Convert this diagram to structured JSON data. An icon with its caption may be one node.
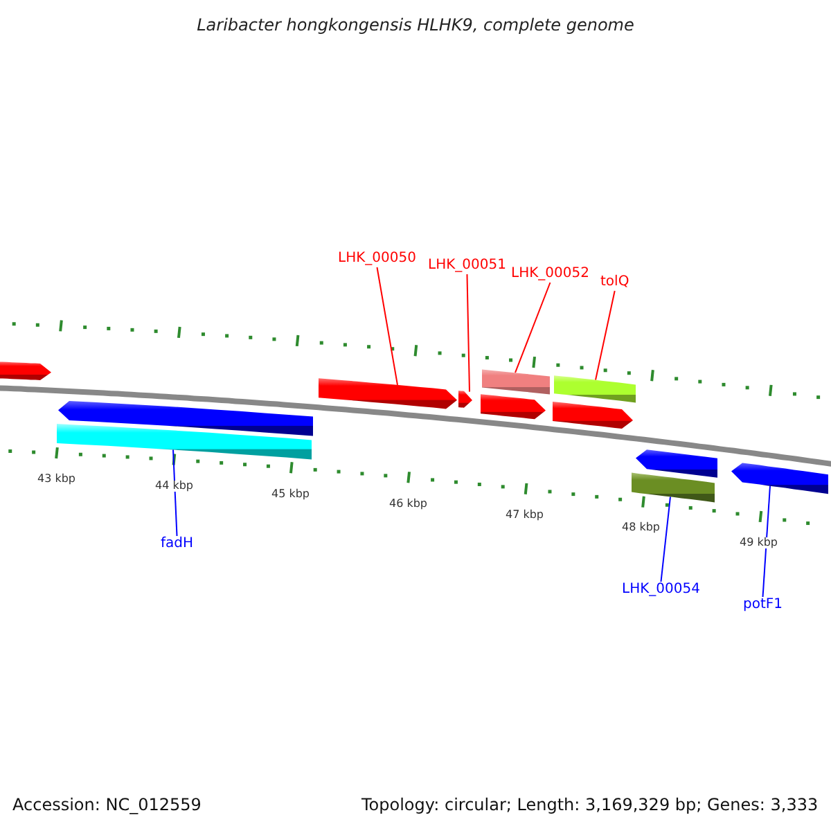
{
  "diagram": {
    "title": "Laribacter hongkongensis HLHK9, complete genome",
    "nodes": [
      {
        "text": [
          "LHK_00050"
        ]
      },
      {
        "text": [
          "LHK_00051"
        ]
      },
      {
        "text": [
          "LHK_00052"
        ]
      },
      {
        "text": [
          "tolQ"
        ]
      },
      {
        "text": [
          "fadH"
        ]
      },
      {
        "text": [
          "LHK_00054"
        ]
      },
      {
        "text": [
          "potF1"
        ]
      },
      {
        "text": [],
        "shape": "arrow"
      },
      {
        "text": [],
        "shape": "arrow"
      },
      {
        "text": [],
        "shape": "bar"
      },
      {
        "text": [],
        "shape": "arrow"
      },
      {
        "text": [],
        "shape": "arrow"
      },
      {
        "text": [],
        "shape": "bar"
      },
      {
        "text": [],
        "shape": "arrow"
      },
      {
        "text": [],
        "shape": "bar"
      },
      {
        "text": [],
        "shape": "arrow"
      },
      {
        "text": [],
        "shape": "arrow"
      },
      {
        "text": [],
        "shape": "bar"
      },
      {
        "text": [],
        "shape": "arrow"
      }
    ],
    "edges": [
      {
        "from": 0,
        "to": 10,
        "arrow": "none"
      },
      {
        "from": 1,
        "to": 11,
        "arrow": "none"
      },
      {
        "from": 2,
        "to": 12,
        "arrow": "none"
      },
      {
        "from": 3,
        "to": 14,
        "arrow": "none"
      },
      {
        "from": 4,
        "to": 9,
        "arrow": "none",
        "color": "#0000ff"
      },
      {
        "from": 5,
        "to": 17,
        "arrow": "none",
        "color": "#0000ff"
      },
      {
        "from": 6,
        "to": 18,
        "arrow": "none",
        "color": "#0000ff"
      }
    ],
    "labels": [
      "43 kbp",
      "44 kbp",
      "45 kbp",
      "46 kbp",
      "47 kbp",
      "48 kbp",
      "49 kbp",
      "Accession: NC_012559",
      "Topology: circular; Length: 3,169,329 bp; Genes: 3,333"
    ]
  }
}
